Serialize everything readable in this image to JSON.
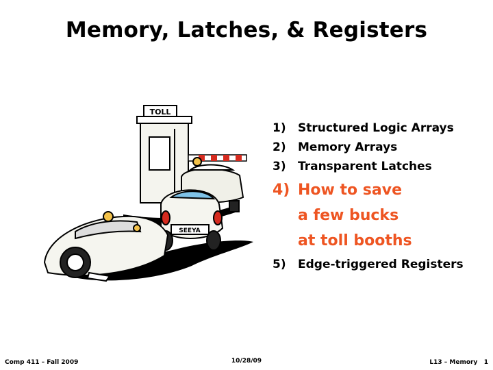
{
  "slide": {
    "title": "Memory, Latches, & Registers"
  },
  "illustration": {
    "booth_sign": "TOLL",
    "plate": "SEEYA"
  },
  "agenda": [
    {
      "num": "1)",
      "lines": [
        "Structured Logic Arrays"
      ]
    },
    {
      "num": "2)",
      "lines": [
        "Memory Arrays"
      ]
    },
    {
      "num": "3)",
      "lines": [
        "Transparent Latches"
      ]
    },
    {
      "num": "4)",
      "lines": [
        "How to save",
        "a few bucks",
        "at toll booths"
      ],
      "highlight": true,
      "color": "#ee5522"
    },
    {
      "num": "5)",
      "lines": [
        "Edge-triggered Registers"
      ]
    }
  ],
  "footer": {
    "left": "Comp 411 – Fall 2009",
    "center": "10/28/09",
    "right": "L13 – Memory   1"
  }
}
